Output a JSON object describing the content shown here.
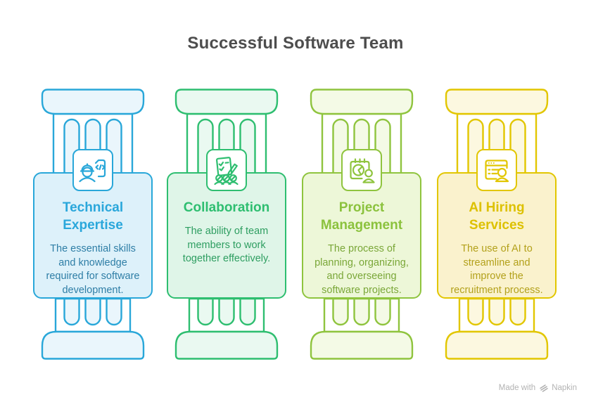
{
  "title": "Successful Software Team",
  "pillars": [
    {
      "id": "technical-expertise",
      "title": "Technical Expertise",
      "description": "The essential skills and knowledge required for software development.",
      "icon": "engineer-code-icon",
      "colors": {
        "stroke": "#29a7d9",
        "fill_light": "#eaf6fc",
        "fill_card": "#ddf1fa",
        "title": "#2aa7db",
        "body": "#2e7ea6"
      }
    },
    {
      "id": "collaboration",
      "title": "Collaboration",
      "description": "The ability of team members to work together effectively.",
      "icon": "team-checklist-icon",
      "colors": {
        "stroke": "#2ebe70",
        "fill_light": "#eaf9f1",
        "fill_card": "#dff5e8",
        "title": "#2ebe70",
        "body": "#2e9e61"
      }
    },
    {
      "id": "project-management",
      "title": "Project Management",
      "description": "The process of planning, organizing, and overseeing software projects.",
      "icon": "calendar-pie-person-icon",
      "colors": {
        "stroke": "#8fc43e",
        "fill_light": "#f4fae6",
        "fill_card": "#edf7d8",
        "title": "#8bc23d",
        "body": "#7aa738"
      }
    },
    {
      "id": "ai-hiring-services",
      "title": "AI Hiring Services",
      "description": "The use of AI to streamline and improve the recruitment process.",
      "icon": "browser-profile-icon",
      "colors": {
        "stroke": "#e2c600",
        "fill_light": "#fcf8e0",
        "fill_card": "#faf2cd",
        "title": "#ddc100",
        "body": "#b3a11b"
      }
    }
  ],
  "footer": {
    "made_with": "Made with",
    "brand": "Napkin"
  }
}
